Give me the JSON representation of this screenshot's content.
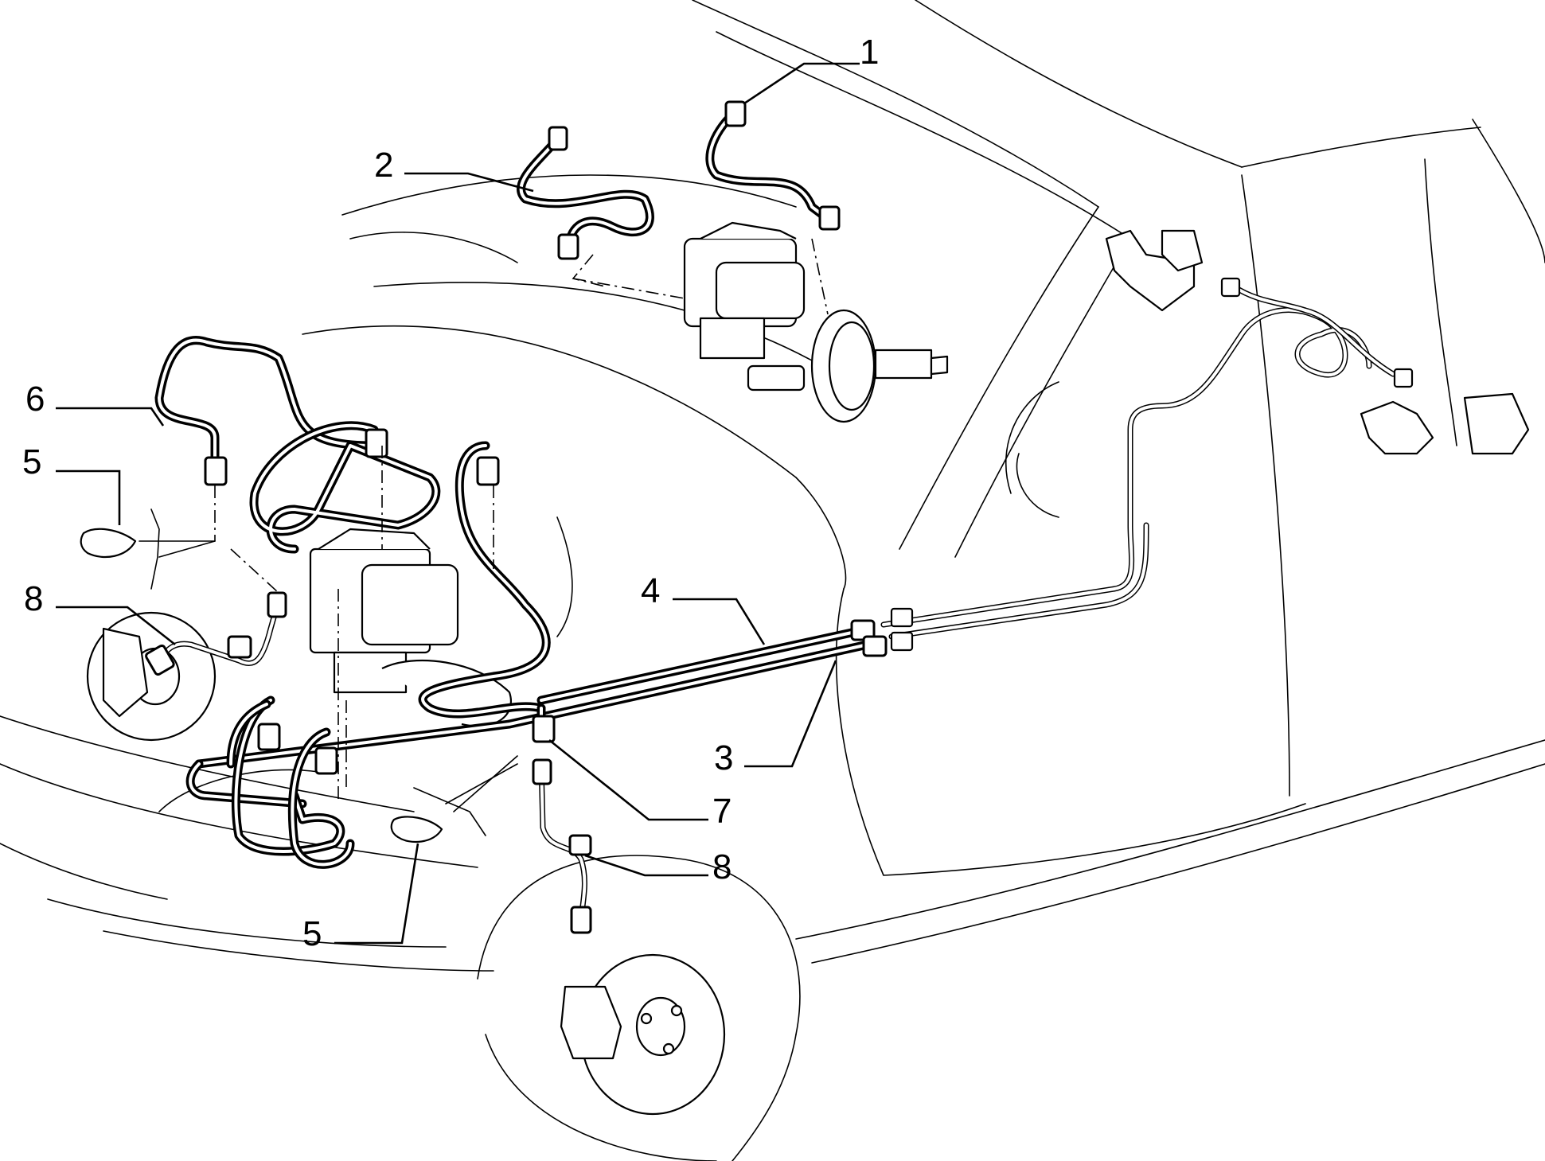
{
  "callouts": [
    {
      "id": "callout-1",
      "text": "1"
    },
    {
      "id": "callout-2",
      "text": "2"
    },
    {
      "id": "callout-3",
      "text": "3"
    },
    {
      "id": "callout-4",
      "text": "4"
    },
    {
      "id": "callout-5a",
      "text": "5"
    },
    {
      "id": "callout-5b",
      "text": "5"
    },
    {
      "id": "callout-6",
      "text": "6"
    },
    {
      "id": "callout-7",
      "text": "7"
    },
    {
      "id": "callout-8a",
      "text": "8"
    },
    {
      "id": "callout-8b",
      "text": "8"
    }
  ]
}
